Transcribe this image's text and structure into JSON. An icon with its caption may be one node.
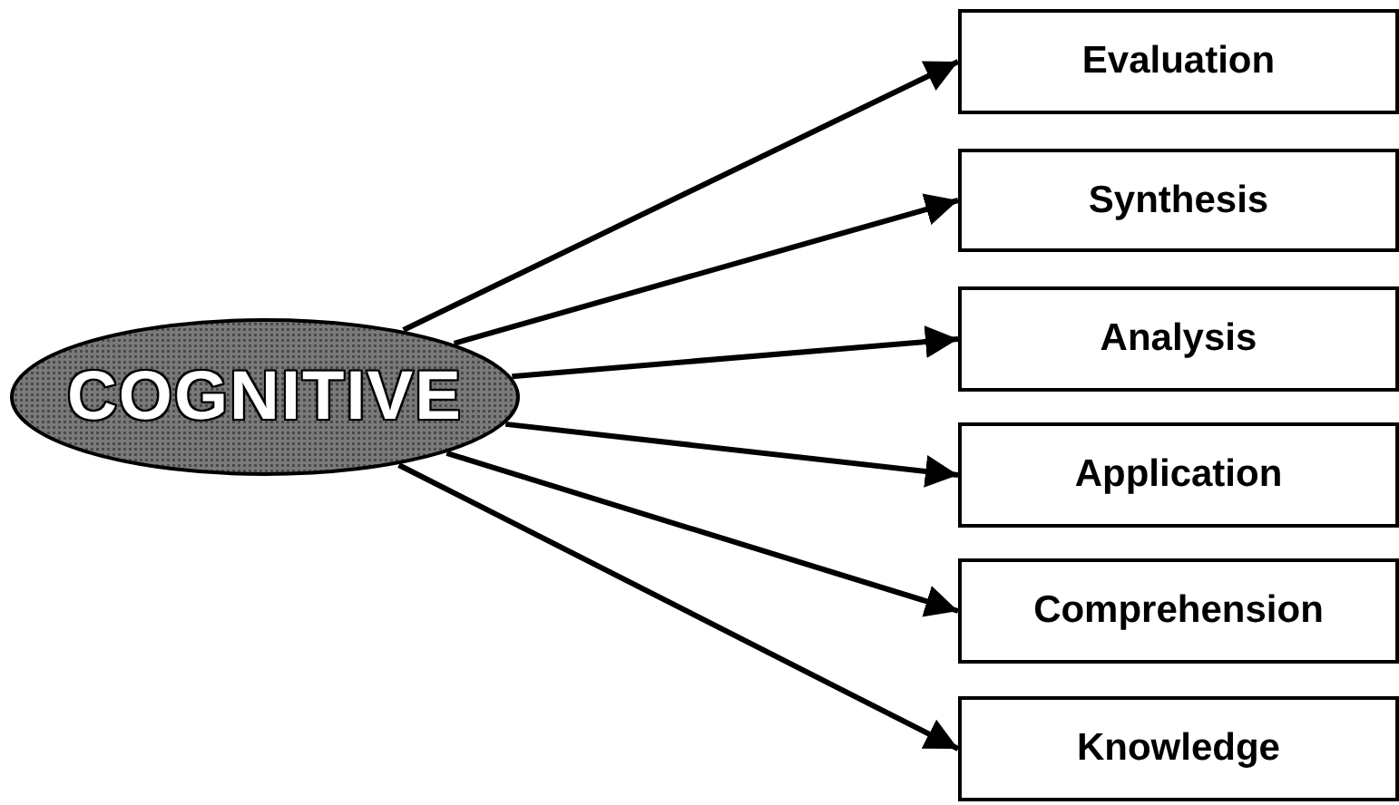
{
  "diagram": {
    "nodes": [
      {
        "text": [
          "COGNITIVE"
        ]
      },
      {
        "text": [
          "Evaluation"
        ]
      },
      {
        "text": [
          "Synthesis"
        ]
      },
      {
        "text": [
          "Analysis"
        ]
      },
      {
        "text": [
          "Application"
        ]
      },
      {
        "text": [
          "Comprehension"
        ]
      },
      {
        "text": [
          "Knowledge"
        ]
      }
    ],
    "edges": [
      {
        "from": 0,
        "to": 1,
        "arrow": "to"
      },
      {
        "from": 0,
        "to": 2,
        "arrow": "to"
      },
      {
        "from": 0,
        "to": 3,
        "arrow": "to"
      },
      {
        "from": 0,
        "to": 4,
        "arrow": "to"
      },
      {
        "from": 0,
        "to": 5,
        "arrow": "to"
      },
      {
        "from": 0,
        "to": 6,
        "arrow": "to"
      }
    ]
  }
}
